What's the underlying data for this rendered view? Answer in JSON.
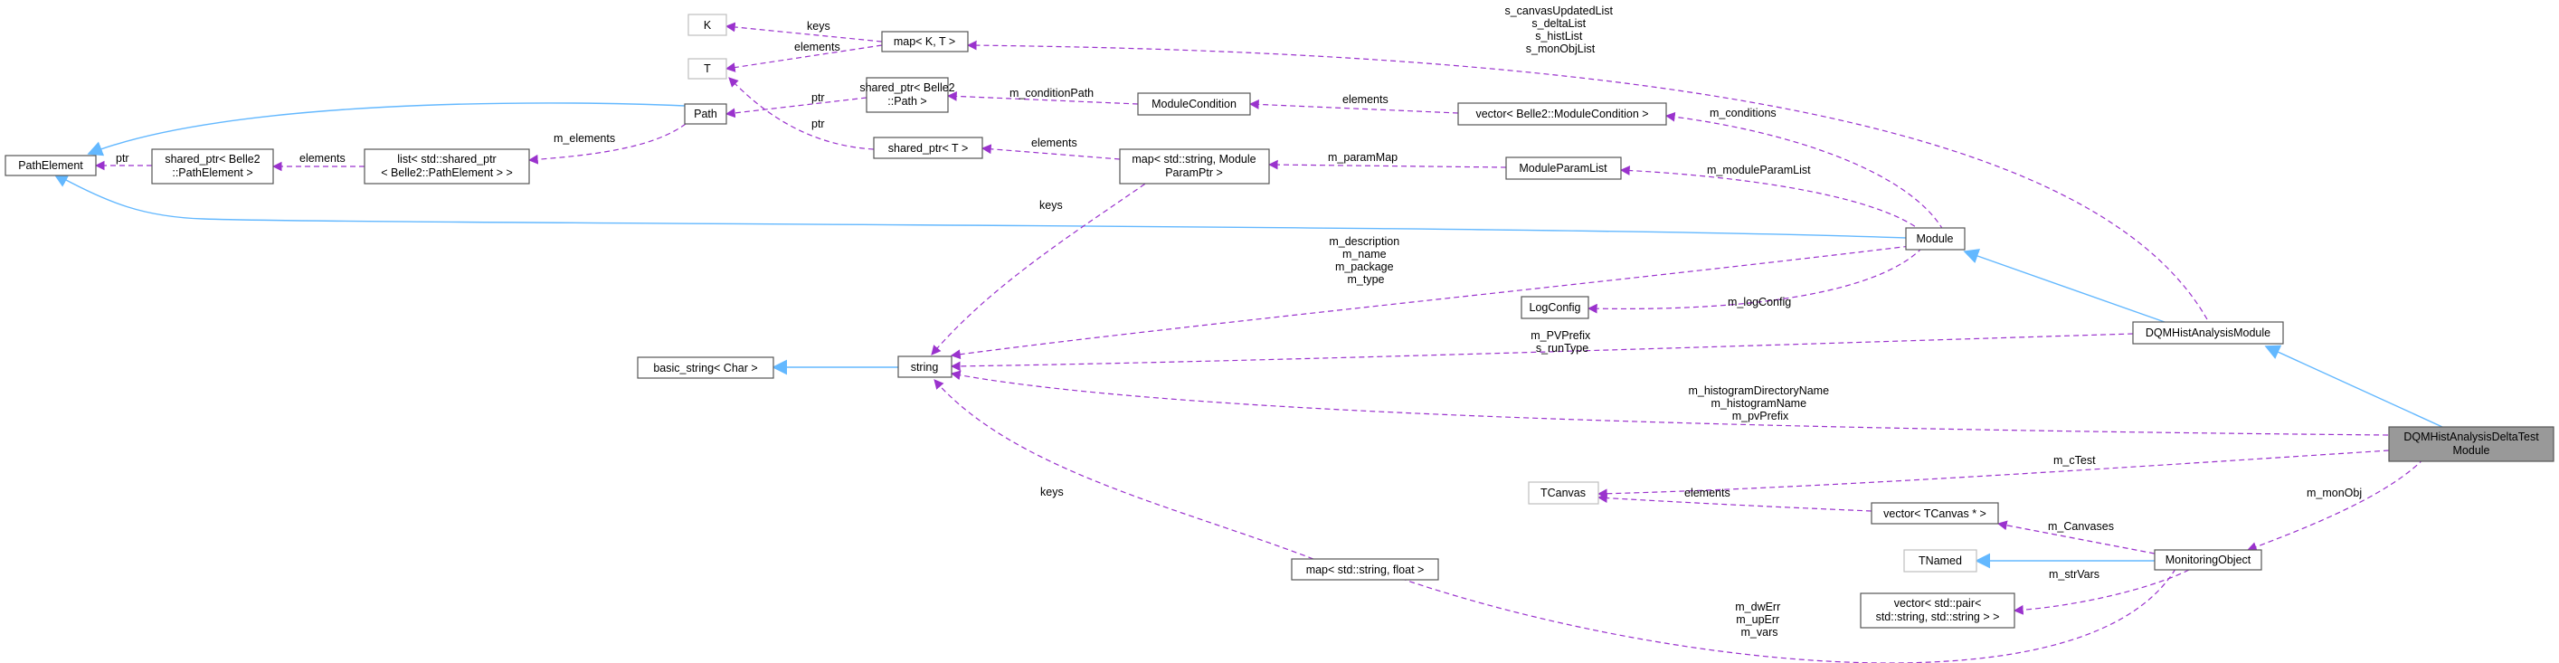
{
  "diagram": {
    "type": "collaboration-graph",
    "colors": {
      "usage_edge": "#9a32cd",
      "inheritance_edge": "#63b8ff",
      "focus_node": "#999999",
      "border": "#555555",
      "ghost_border": "#bfbfbf"
    },
    "nodes": {
      "K": "K",
      "T": "T",
      "map_k_t": "map< K, T >",
      "path_element": "PathElement",
      "path": "Path",
      "shared_ptr_path_1": "shared_ptr< Belle2",
      "shared_ptr_path_2": "::Path >",
      "module_condition": "ModuleCondition",
      "vector_module_condition": "vector< Belle2::ModuleCondition >",
      "shared_ptr_pathelement_1": "shared_ptr< Belle2",
      "shared_ptr_pathelement_2": "::PathElement >",
      "list_shared_ptr_1": "list< std::shared_ptr",
      "list_shared_ptr_2": "< Belle2::PathElement > >",
      "shared_ptr_t": "shared_ptr< T >",
      "map_param_1": "map< std::string, Module",
      "map_param_2": "ParamPtr >",
      "module_param_list": "ModuleParamList",
      "module": "Module",
      "log_config": "LogConfig",
      "basic_string": "basic_string< Char >",
      "string": "string",
      "dqm_hist_analysis_module": "DQMHistAnalysisModule",
      "delta_test_1": "DQMHistAnalysisDeltaTest",
      "delta_test_2": "Module",
      "tcanvas": "TCanvas",
      "vector_tcanvas": "vector< TCanvas * >",
      "tnamed": "TNamed",
      "monitoring_object": "MonitoringObject",
      "vector_pair_1": "vector< std::pair<",
      "vector_pair_2": "std::string, std::string > >",
      "map_float": "map< std::string, float >"
    },
    "edge_labels": {
      "keys_k": "keys",
      "elements_t": "elements",
      "canvas_lists": [
        "s_canvasUpdatedList",
        "s_deltaList",
        "s_histList",
        "s_monObjList"
      ],
      "ptr_path": "ptr",
      "m_condition_path": "m_conditionPath",
      "elements_conditions": "elements",
      "m_conditions": "m_conditions",
      "ptr_t": "ptr",
      "ptr_pathelement": "ptr",
      "elements_list": "elements",
      "m_elements": "m_elements",
      "elements_shared": "elements",
      "m_param_map": "m_paramMap",
      "m_module_param_list": "m_moduleParamList",
      "keys_param_map": "keys",
      "module_strings": [
        "m_description",
        "m_name",
        "m_package",
        "m_type"
      ],
      "m_log_config": "m_logConfig",
      "pv_strings": [
        "m_PVPrefix",
        "s_runType"
      ],
      "histogram_strings": [
        "m_histogramDirectoryName",
        "m_histogramName",
        "m_pvPrefix"
      ],
      "keys_map_float": "keys",
      "m_c_test": "m_cTest",
      "elements_tcanvas": "elements",
      "m_canvases": "m_Canvases",
      "m_mon_obj": "m_monObj",
      "m_str_vars": "m_strVars",
      "map_float_members": [
        "m_dwErr",
        "m_upErr",
        "m_vars"
      ]
    }
  }
}
